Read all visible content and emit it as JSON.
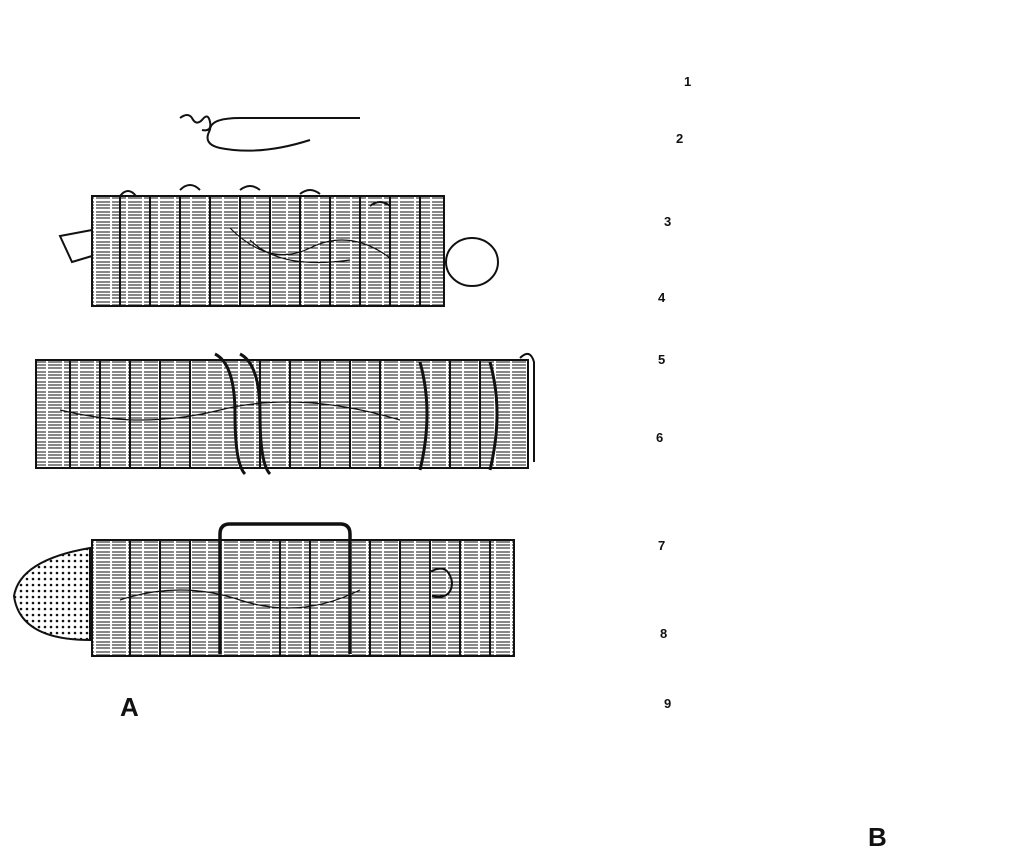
{
  "panels": [
    {
      "id": "A",
      "label": "A"
    },
    {
      "id": "B",
      "label": "B"
    }
  ],
  "layer_markers": [
    "1",
    "2",
    "3",
    "4",
    "5",
    "6",
    "7",
    "8",
    "9"
  ],
  "colors": {
    "ink": "#111111",
    "paper": "#ffffff"
  }
}
